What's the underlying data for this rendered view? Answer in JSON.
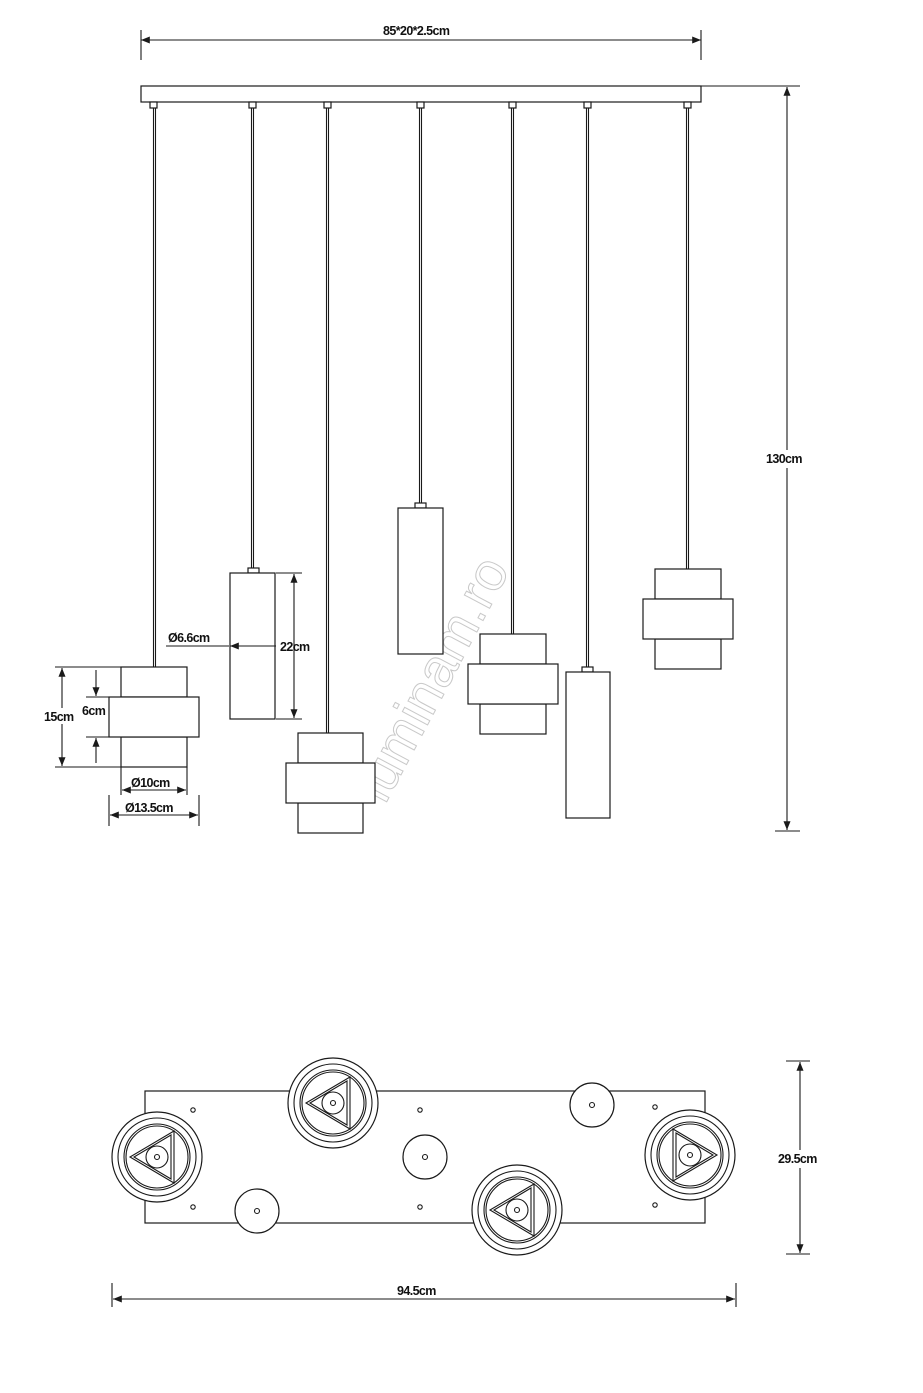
{
  "dimensions": {
    "canopy": "85*20*2.5cm",
    "total_height": "130cm",
    "large_shade_height": "15cm",
    "large_shade_band": "6cm",
    "large_shade_inner_diameter": "Ø10cm",
    "large_shade_outer_diameter": "Ø13.5cm",
    "tube_diameter": "Ø6.6cm",
    "tube_height": "22cm",
    "top_view_depth": "29.5cm",
    "top_view_width": "94.5cm"
  },
  "watermark": "luminam.ro",
  "colors": {
    "line": "#1a1a1a",
    "watermark": "#c9c9c9"
  }
}
